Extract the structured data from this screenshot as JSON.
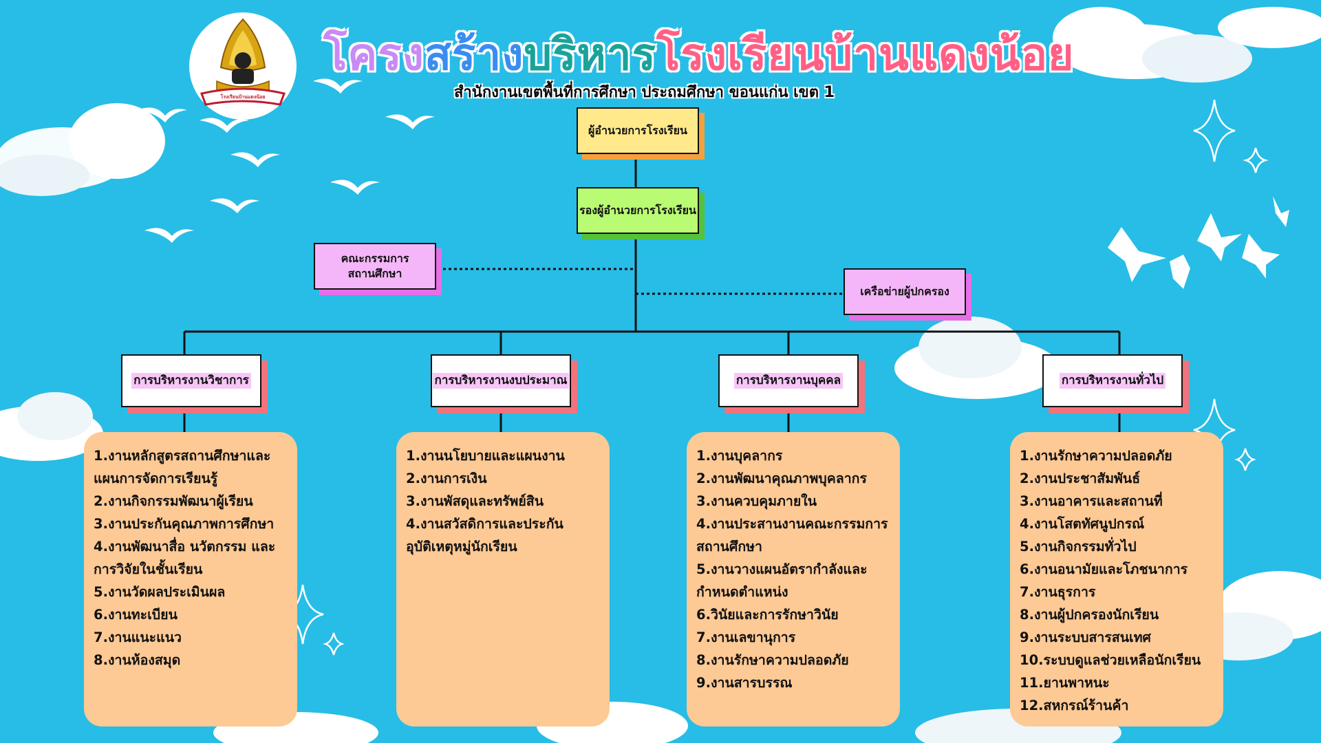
{
  "title": {
    "part1": "โครง",
    "part2": "สร้าง",
    "part3": "บริหาร",
    "part4": "โรงเรียนบ้านแดงน้อย"
  },
  "subtitle": "สำนักงานเขตพื้นที่การศึกษา ประถมศึกษา ขอนแก่น เขต 1",
  "colors": {
    "background": "#27bde6",
    "panel": "#fdc995",
    "director": "#ffe98a",
    "deputy": "#b9fb73",
    "committee": "#f4b6f8",
    "department_shadow": "#f2737c"
  },
  "logo": {
    "text": "โรงเรียนบ้านแดงน้อย"
  },
  "org": {
    "director": "ผู้อำนวยการโรงเรียน",
    "deputy": "รองผู้อำนวยการโรงเรียน",
    "committee_line1": "คณะกรรมการ",
    "committee_line2": "สถานศึกษา",
    "parents_network": "เครือข่ายผู้ปกครอง"
  },
  "departments": [
    {
      "name": "การบริหารงานวิชาการ",
      "items": [
        "1.งานหลักสูตรสถานศึกษาและ",
        "แผนการจัดการเรียนรู้",
        "2.งานกิจกรรมพัฒนาผู้เรียน",
        "3.งานประกันคุณภาพการศึกษา",
        "4.งานพัฒนาสื่อ นวัตกรรม และ",
        "การวิจัยในชั้นเรียน",
        "5.งานวัดผลประเมินผล",
        "6.งานทะเบียน",
        "7.งานแนะแนว",
        "8.งานห้องสมุด"
      ]
    },
    {
      "name": "การบริหารงานงบประมาณ",
      "items": [
        "1.งานนโยบายและแผนงาน",
        "2.งานการเงิน",
        "3.งานพัสดุและทรัพย์สิน",
        "4.งานสวัสดิการและประกัน",
        "อุบัติเหตุหมู่นักเรียน"
      ]
    },
    {
      "name": "การบริหารงานบุคคล",
      "items": [
        "1.งานบุคลากร",
        "2.งานพัฒนาคุณภาพบุคลากร",
        "3.งานควบคุมภายใน",
        "4.งานประสานงานคณะกรรมการ",
        "สถานศึกษา",
        "5.งานวางแผนอัตรากำลังและ",
        "กำหนดตำแหน่ง",
        "6.วินัยและการรักษาวินัย",
        "7.งานเลขานุการ",
        "8.งานรักษาความปลอดภัย",
        "9.งานสารบรรณ"
      ]
    },
    {
      "name": "การบริหารงานทั่วไป",
      "items": [
        "1.งานรักษาความปลอดภัย",
        "2.งานประชาสัมพันธ์",
        "3.งานอาคารและสถานที่",
        "4.งานโสตทัศนูปกรณ์",
        "5.งานกิจกรรมทั่วไป",
        "6.งานอนามัยและโภชนาการ",
        "7.งานธุรการ",
        "8.งานผู้ปกครองนักเรียน",
        "9.งานระบบสารสนเทศ",
        "10.ระบบดูแลช่วยเหลือนักเรียน",
        "11.ยานพาหนะ",
        "12.สหกรณ์ร้านค้า"
      ]
    }
  ]
}
